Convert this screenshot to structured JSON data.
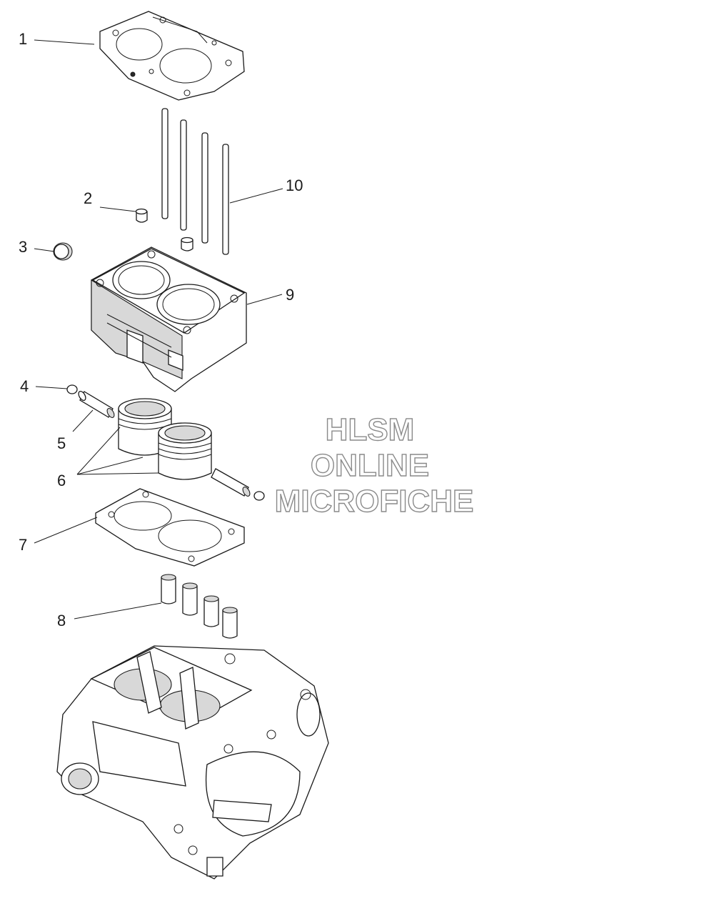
{
  "callouts": [
    {
      "id": "1",
      "label": "1"
    },
    {
      "id": "2",
      "label": "2"
    },
    {
      "id": "3",
      "label": "3"
    },
    {
      "id": "4",
      "label": "4"
    },
    {
      "id": "5",
      "label": "5"
    },
    {
      "id": "6",
      "label": "6"
    },
    {
      "id": "7",
      "label": "7"
    },
    {
      "id": "8",
      "label": "8"
    },
    {
      "id": "9",
      "label": "9"
    },
    {
      "id": "10",
      "label": "10"
    }
  ],
  "watermark": {
    "line1": "HLSM",
    "line2": "ONLINE",
    "line3": "MICROFICHE"
  },
  "colors": {
    "line": "#1a1a1a",
    "background": "#ffffff",
    "watermark_outline": "#8a8a8a"
  }
}
